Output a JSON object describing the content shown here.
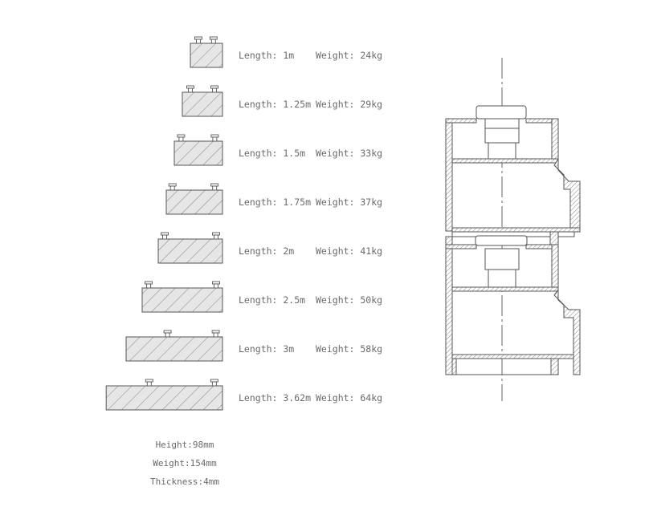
{
  "items": [
    {
      "length": "Length: 1m",
      "weight": "Weight: 24kg",
      "length_m": 1,
      "knob_x": [
        0.25,
        0.72
      ]
    },
    {
      "length": "Length: 1.25m",
      "weight": "Weight: 29kg",
      "length_m": 1.25,
      "knob_x": [
        0.2,
        0.8
      ]
    },
    {
      "length": "Length: 1.5m",
      "weight": "Weight: 33kg",
      "length_m": 1.5,
      "knob_x": [
        0.14,
        0.84
      ]
    },
    {
      "length": "Length: 1.75m",
      "weight": "Weight: 37kg",
      "length_m": 1.75,
      "knob_x": [
        0.11,
        0.86
      ]
    },
    {
      "length": "Length: 2m",
      "weight": "Weight: 41kg",
      "length_m": 2,
      "knob_x": [
        0.1,
        0.9
      ]
    },
    {
      "length": "Length: 2.5m",
      "weight": "Weight: 50kg",
      "length_m": 2.5,
      "knob_x": [
        0.08,
        0.92
      ]
    },
    {
      "length": "Length: 3m",
      "weight": "Weight: 58kg",
      "length_m": 3,
      "knob_x": [
        0.43,
        0.93
      ]
    },
    {
      "length": "Length: 3.62m",
      "weight": "Weight: 64kg",
      "length_m": 3.62,
      "knob_x": [
        0.37,
        0.93
      ]
    }
  ],
  "specs": {
    "height": "Height:98mm",
    "weight": "Weight:154mm",
    "thickness": "Thickness:4mm"
  },
  "colors": {
    "line": "#555555",
    "fill": "#e6e6e6",
    "hatch": "#777777",
    "text": "#6a6a6a"
  }
}
